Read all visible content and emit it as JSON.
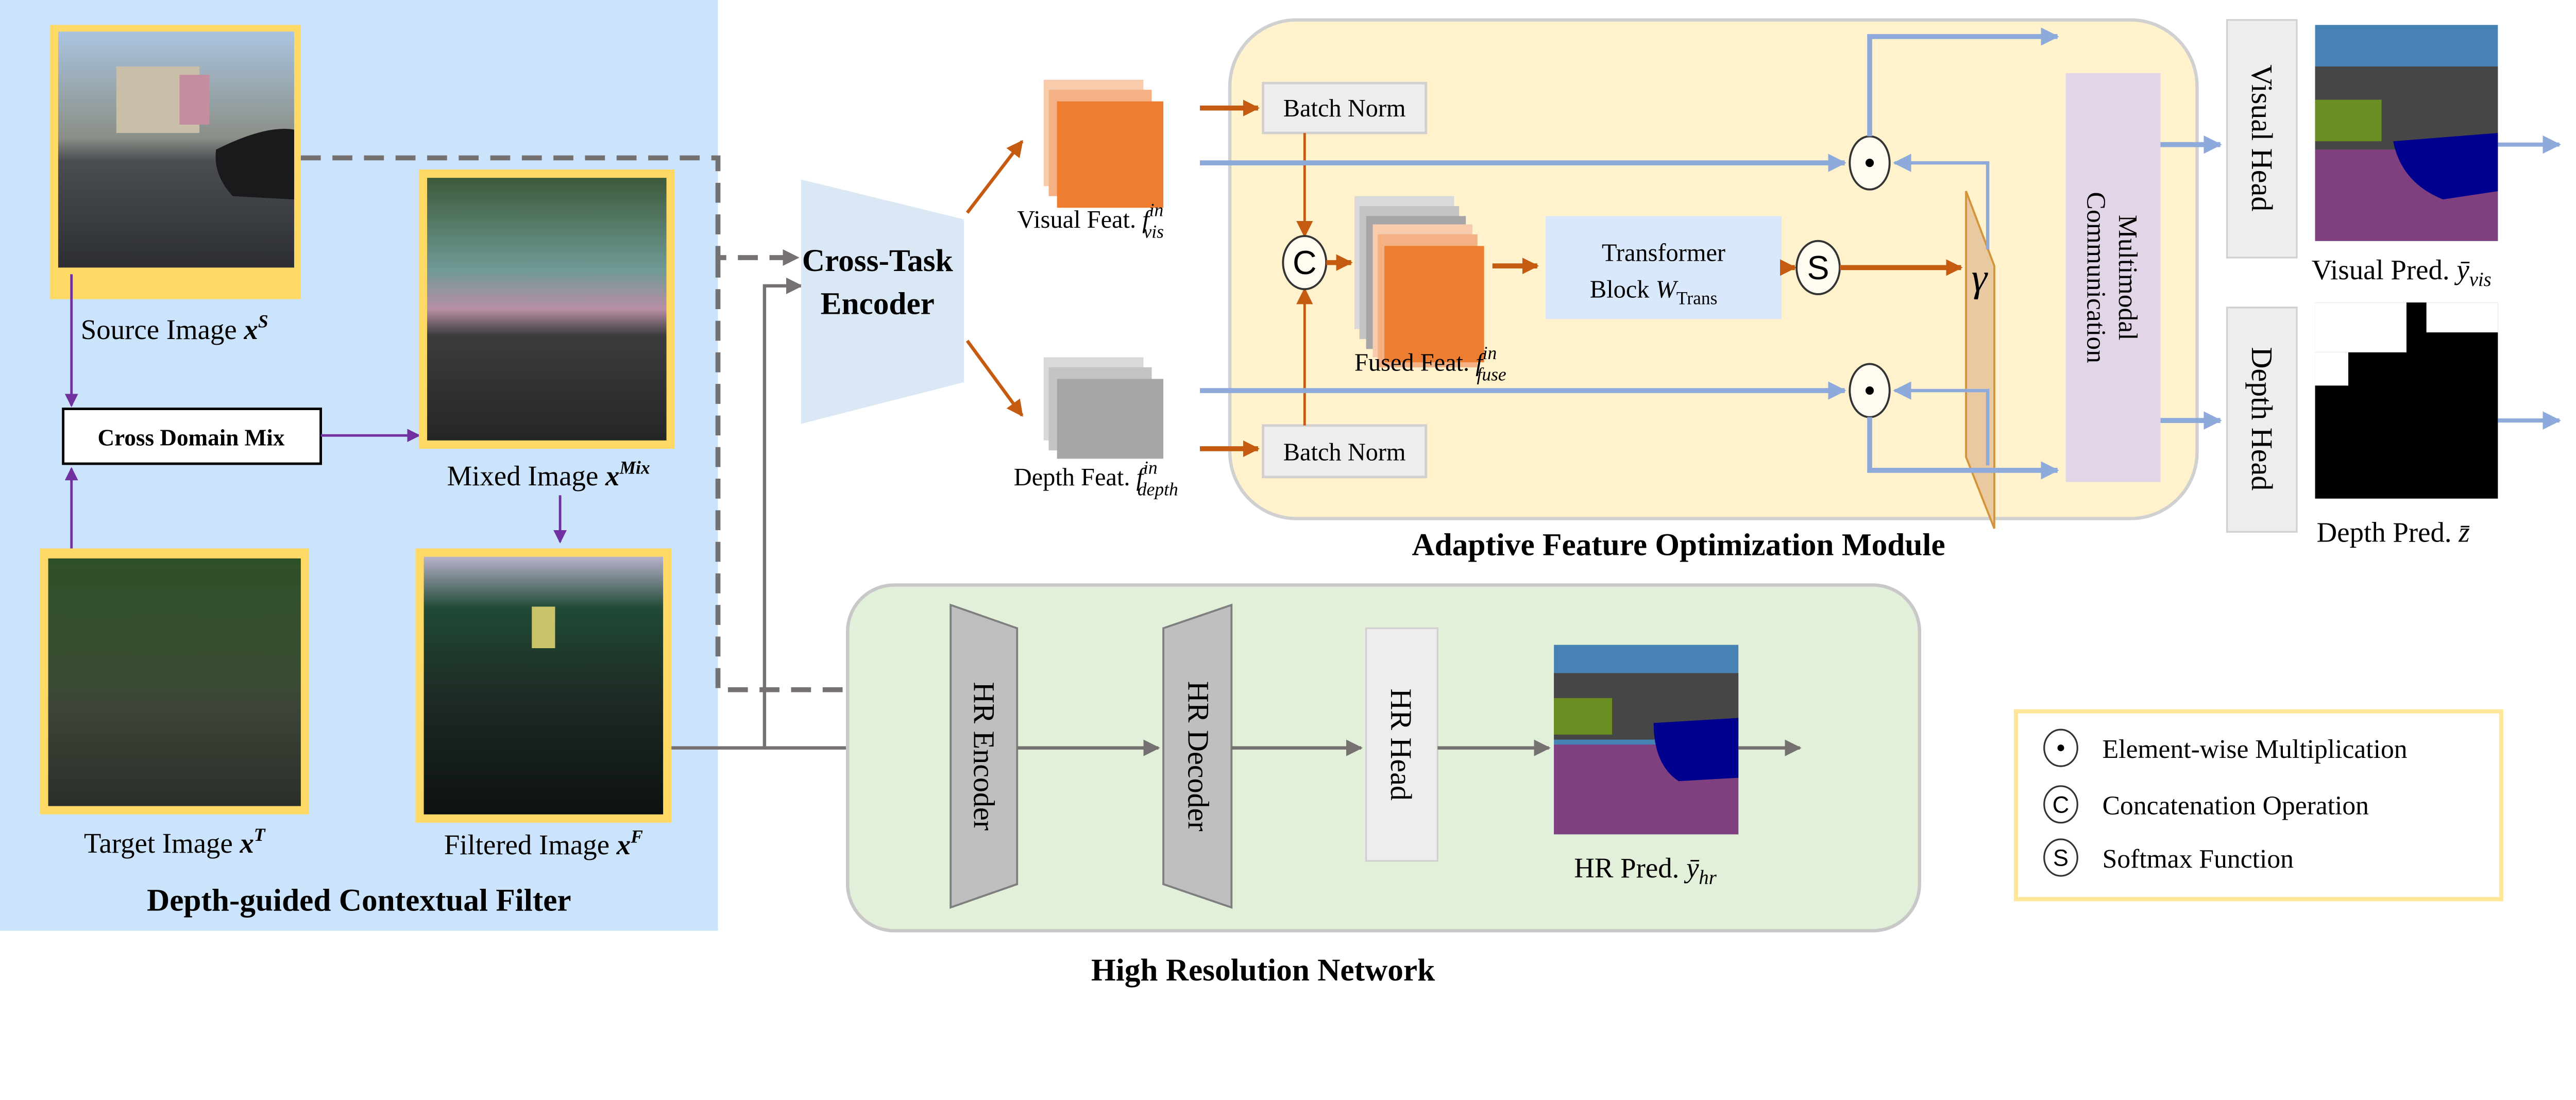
{
  "colors": {
    "filter_panel": "#cce4fb",
    "afom_panel": "#fff2cc",
    "hr_panel": "#e2efd9",
    "image_border": "#ffd966",
    "purple_arrow": "#7030a0",
    "orange_arrow": "#c55a11",
    "blue_arrow": "#8eaadb",
    "gray_arrow": "#767171",
    "orange_feat": "#ed7d31",
    "gray_feat": "#a6a6a6",
    "multimodal": "#e1d5e7",
    "transformer": "#dae8fc",
    "gamma": "#e8c9a0"
  },
  "filter": {
    "title": "Depth-guided Contextual Filter",
    "source": {
      "label": "Source Image",
      "sym": "x",
      "sup": "S"
    },
    "target": {
      "label": "Target Image",
      "sym": "x",
      "sup": "T"
    },
    "mixed": {
      "label": "Mixed Image",
      "sym": "x",
      "sup": "Mix"
    },
    "filtered": {
      "label": "Filtered Image",
      "sym": "x",
      "sup": "F"
    },
    "mix_box": "Cross Domain Mix"
  },
  "encoder": {
    "line1": "Cross-Task",
    "line2": "Encoder"
  },
  "afom": {
    "title": "Adaptive Feature Optimization Module",
    "batch_norm": "Batch Norm",
    "visual_feat": {
      "label": "Visual Feat.",
      "f": "f",
      "sup": "in",
      "sub": "vis"
    },
    "depth_feat": {
      "label": "Depth Feat.",
      "f": "f",
      "sup": "in",
      "sub": "depth"
    },
    "fused_feat": {
      "label": "Fused Feat.",
      "f": "f",
      "sup": "in",
      "sub": "fuse"
    },
    "transformer": {
      "line1": "Transformer",
      "line2": "Block",
      "w": "W",
      "sub": "Trans"
    },
    "concat_symbol": "C",
    "softmax_symbol": "S",
    "gamma": "γ",
    "multimodal": {
      "line1": "Multimodal",
      "line2": "Communication"
    }
  },
  "heads": {
    "visual_head": "Visual Head",
    "depth_head": "Depth Head",
    "visual_pred": {
      "label": "Visual Pred.",
      "sym": "ȳ",
      "sub": "vis"
    },
    "depth_pred": {
      "label": "Depth Pred.",
      "sym": "z̄"
    }
  },
  "hr": {
    "title": "High Resolution Network",
    "encoder": "HR Encoder",
    "decoder": "HR Decoder",
    "head": "HR Head",
    "pred": {
      "label": "HR Pred.",
      "sym": "ȳ",
      "sub": "hr"
    }
  },
  "legend": {
    "items": [
      {
        "symbol": "•",
        "label": "Element-wise Multiplication"
      },
      {
        "symbol": "C",
        "label": "Concatenation Operation"
      },
      {
        "symbol": "S",
        "label": "Softmax Function"
      }
    ]
  }
}
